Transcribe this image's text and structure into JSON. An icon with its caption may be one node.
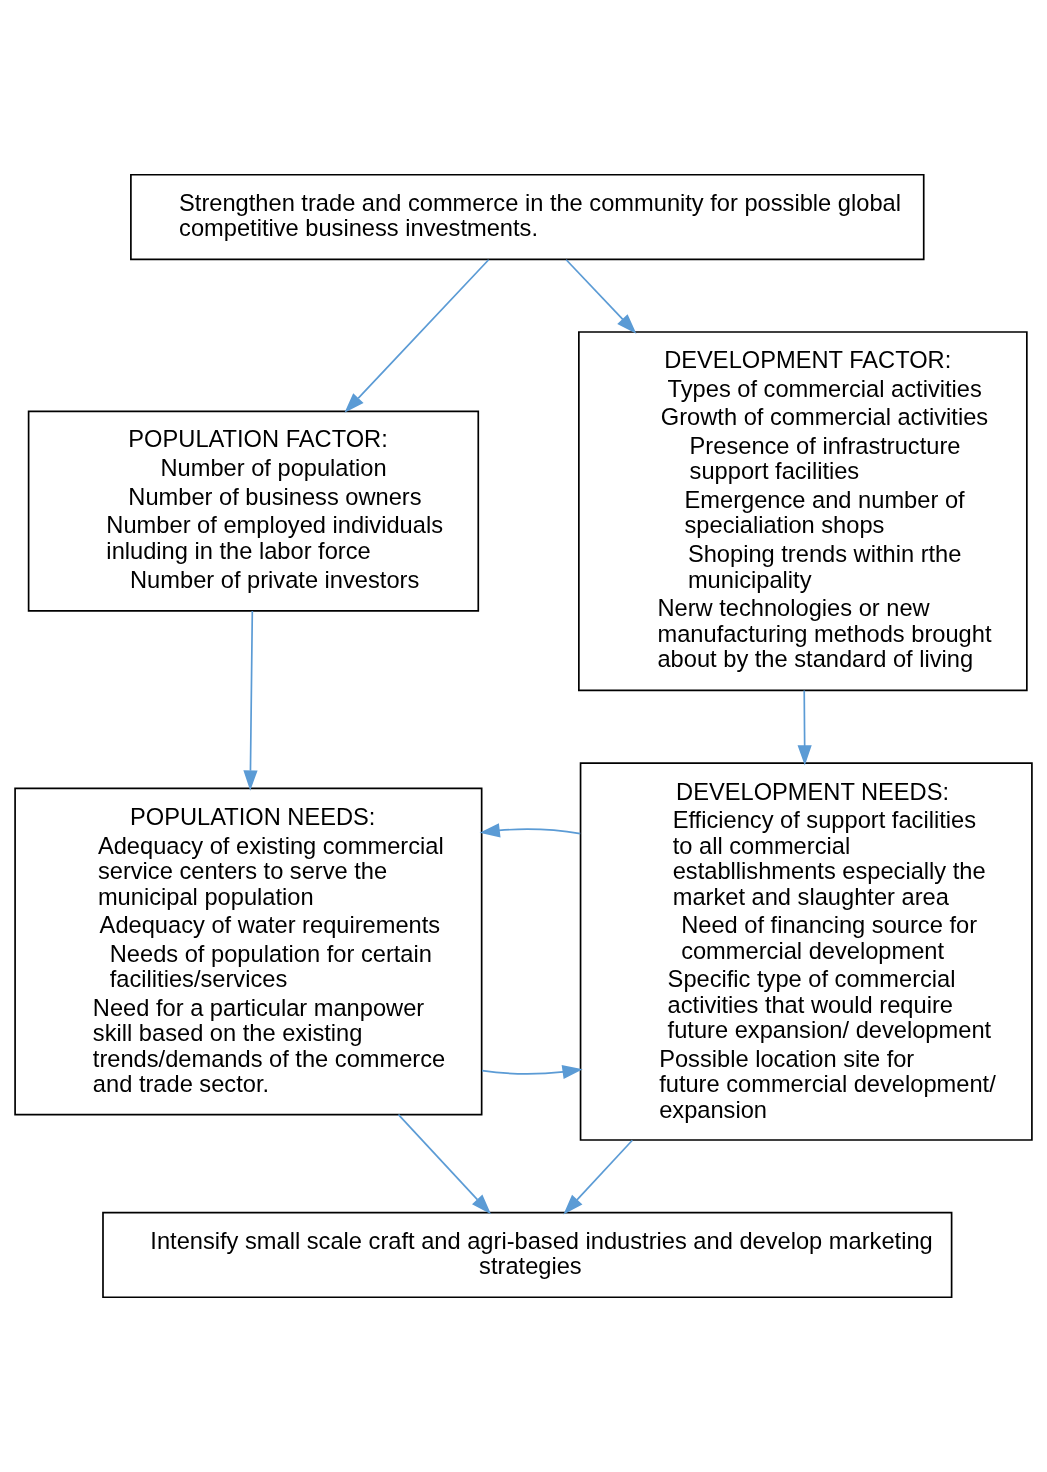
{
  "diagram": {
    "nodes": [
      {
        "text": [
          "Strengthen trade and commerce in the community for possible global competitive business investments."
        ]
      },
      {
        "text": [
          "POPULATION FACTOR:",
          "Number of population",
          "Number of business owners",
          "Number of employed individuals inluding in the labor force",
          "Number of private investors"
        ]
      },
      {
        "text": [
          "DEVELOPMENT FACTOR:",
          "Types of commercial activities",
          "Growth of commercial activities",
          "Presence of infrastructure support facilities",
          "Emergence and number of specialiation shops",
          "Shoping trends within rthe municipality",
          "Nerw technologies or new manufacturing methods brought about by the standard of living"
        ]
      },
      {
        "text": [
          "POPULATION NEEDS:",
          "Adequacy of existing commercial service centers to serve the municipal population",
          "Adequacy of water requirements",
          "Needs of population for certain facilities/services",
          "Need for a particular manpower skill based on the existing trends/demands of the commerce and trade sector."
        ]
      },
      {
        "text": [
          "DEVELOPMENT NEEDS:",
          "Efficiency of support facilities to all commercial establlishments especially the market and slaughter area",
          "Need of financing source for commercial development",
          "Specific type of commercial activities that would require future expansion/ development",
          "Possible location site for future commercial development/ expansion"
        ]
      },
      {
        "text": [
          "Intensify small scale craft and agri-based industries and develop marketing strategies"
        ]
      }
    ],
    "edges": [
      {
        "from": 0,
        "to": 1,
        "arrow": "to"
      },
      {
        "from": 0,
        "to": 2,
        "arrow": "to"
      },
      {
        "from": 1,
        "to": 3,
        "arrow": "to"
      },
      {
        "from": 2,
        "to": 4,
        "arrow": "to"
      },
      {
        "from": 3,
        "to": 4,
        "arrow": "to"
      },
      {
        "from": 4,
        "to": 3,
        "arrow": "to"
      },
      {
        "from": 3,
        "to": 5,
        "arrow": "to"
      },
      {
        "from": 4,
        "to": 5,
        "arrow": "to"
      }
    ]
  }
}
